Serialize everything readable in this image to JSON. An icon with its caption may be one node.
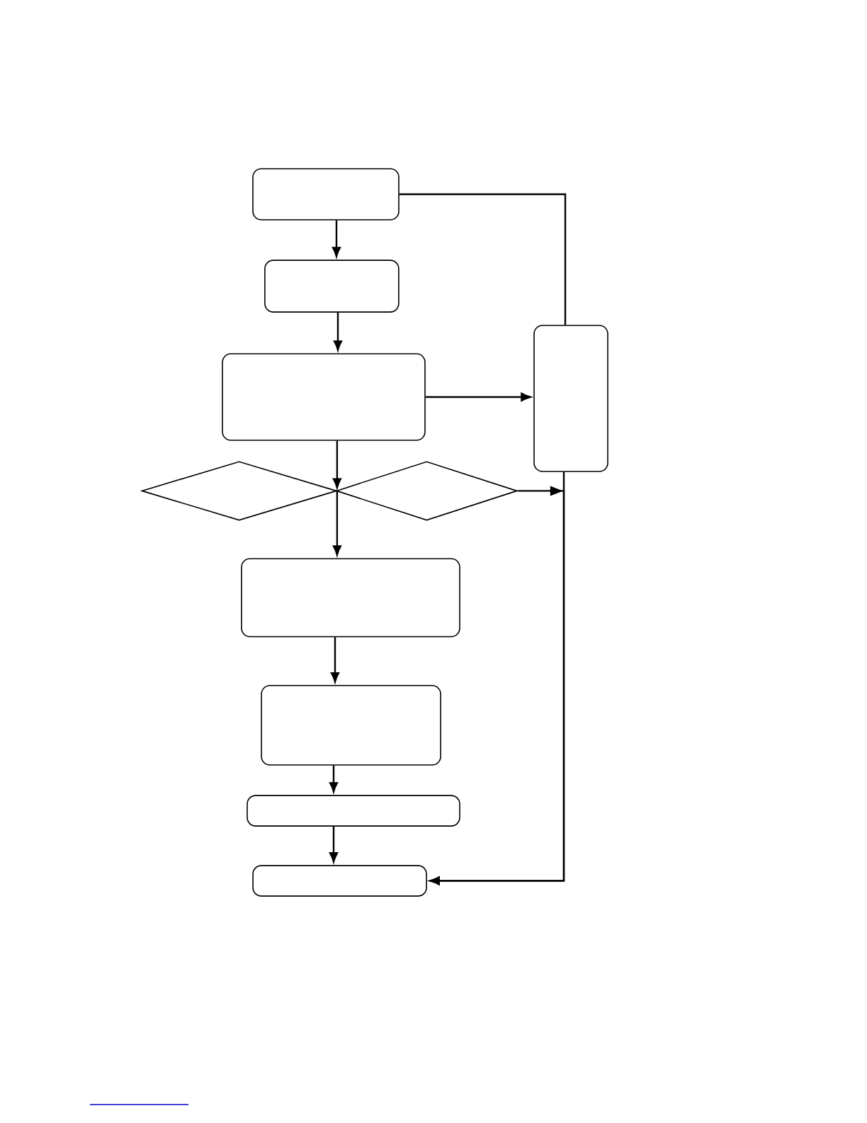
{
  "diagram": {
    "nodes": [
      {
        "text": [],
        "shape": "box"
      },
      {
        "text": [],
        "shape": "box"
      },
      {
        "text": [],
        "shape": "box"
      },
      {
        "text": [],
        "shape": "box"
      },
      {
        "text": [],
        "shape": "diamond"
      },
      {
        "text": [],
        "shape": "diamond"
      },
      {
        "text": [],
        "shape": "box"
      },
      {
        "text": [],
        "shape": "box"
      },
      {
        "text": [],
        "shape": "box"
      },
      {
        "text": [],
        "shape": "box"
      }
    ],
    "edges": [
      {
        "from": 0,
        "to": 1,
        "arrow": "to"
      },
      {
        "from": 1,
        "to": 2,
        "arrow": "to"
      },
      {
        "from": 2,
        "to": 3,
        "arrow": "to"
      },
      {
        "from": 0,
        "to": 3,
        "arrow": "none"
      },
      {
        "from": 2,
        "to": 4,
        "arrow": "to"
      },
      {
        "from": 4,
        "to": 6,
        "arrow": "to"
      },
      {
        "from": 6,
        "to": 7,
        "arrow": "to"
      },
      {
        "from": 7,
        "to": 8,
        "arrow": "to"
      },
      {
        "from": 8,
        "to": 9,
        "arrow": "to"
      },
      {
        "from": 3,
        "to": 9,
        "arrow": "to"
      },
      {
        "from": 5,
        "to": 9,
        "arrow": "to"
      }
    ]
  }
}
